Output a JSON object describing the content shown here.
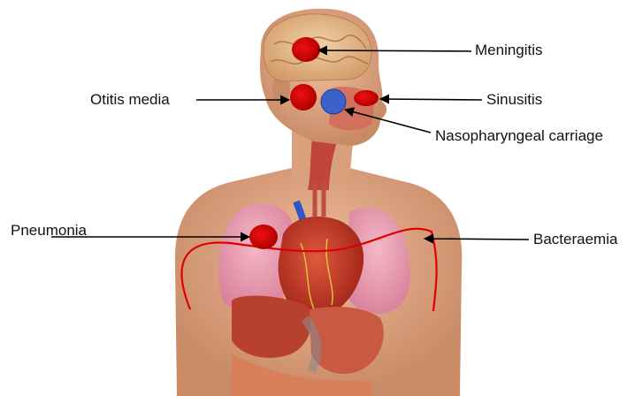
{
  "labels": {
    "meningitis": "Meningitis",
    "otitis_media": "Otitis media",
    "sinusitis": "Sinusitis",
    "nasopharyngeal_carriage": "Nasopharyngeal carriage",
    "pneumonia": "Pneumonia",
    "bacteraemia": "Bacteraemia"
  },
  "colors": {
    "infection_site": "#d10000",
    "carriage_site": "#3a62c8",
    "bloodstream_curve": "#e00000",
    "skin": "#e3ad8b",
    "lung": "#e9a3b4",
    "heart": "#c8342a",
    "brain": "#e2b98c",
    "liver": "#b8402e",
    "arrow": "#000000"
  }
}
